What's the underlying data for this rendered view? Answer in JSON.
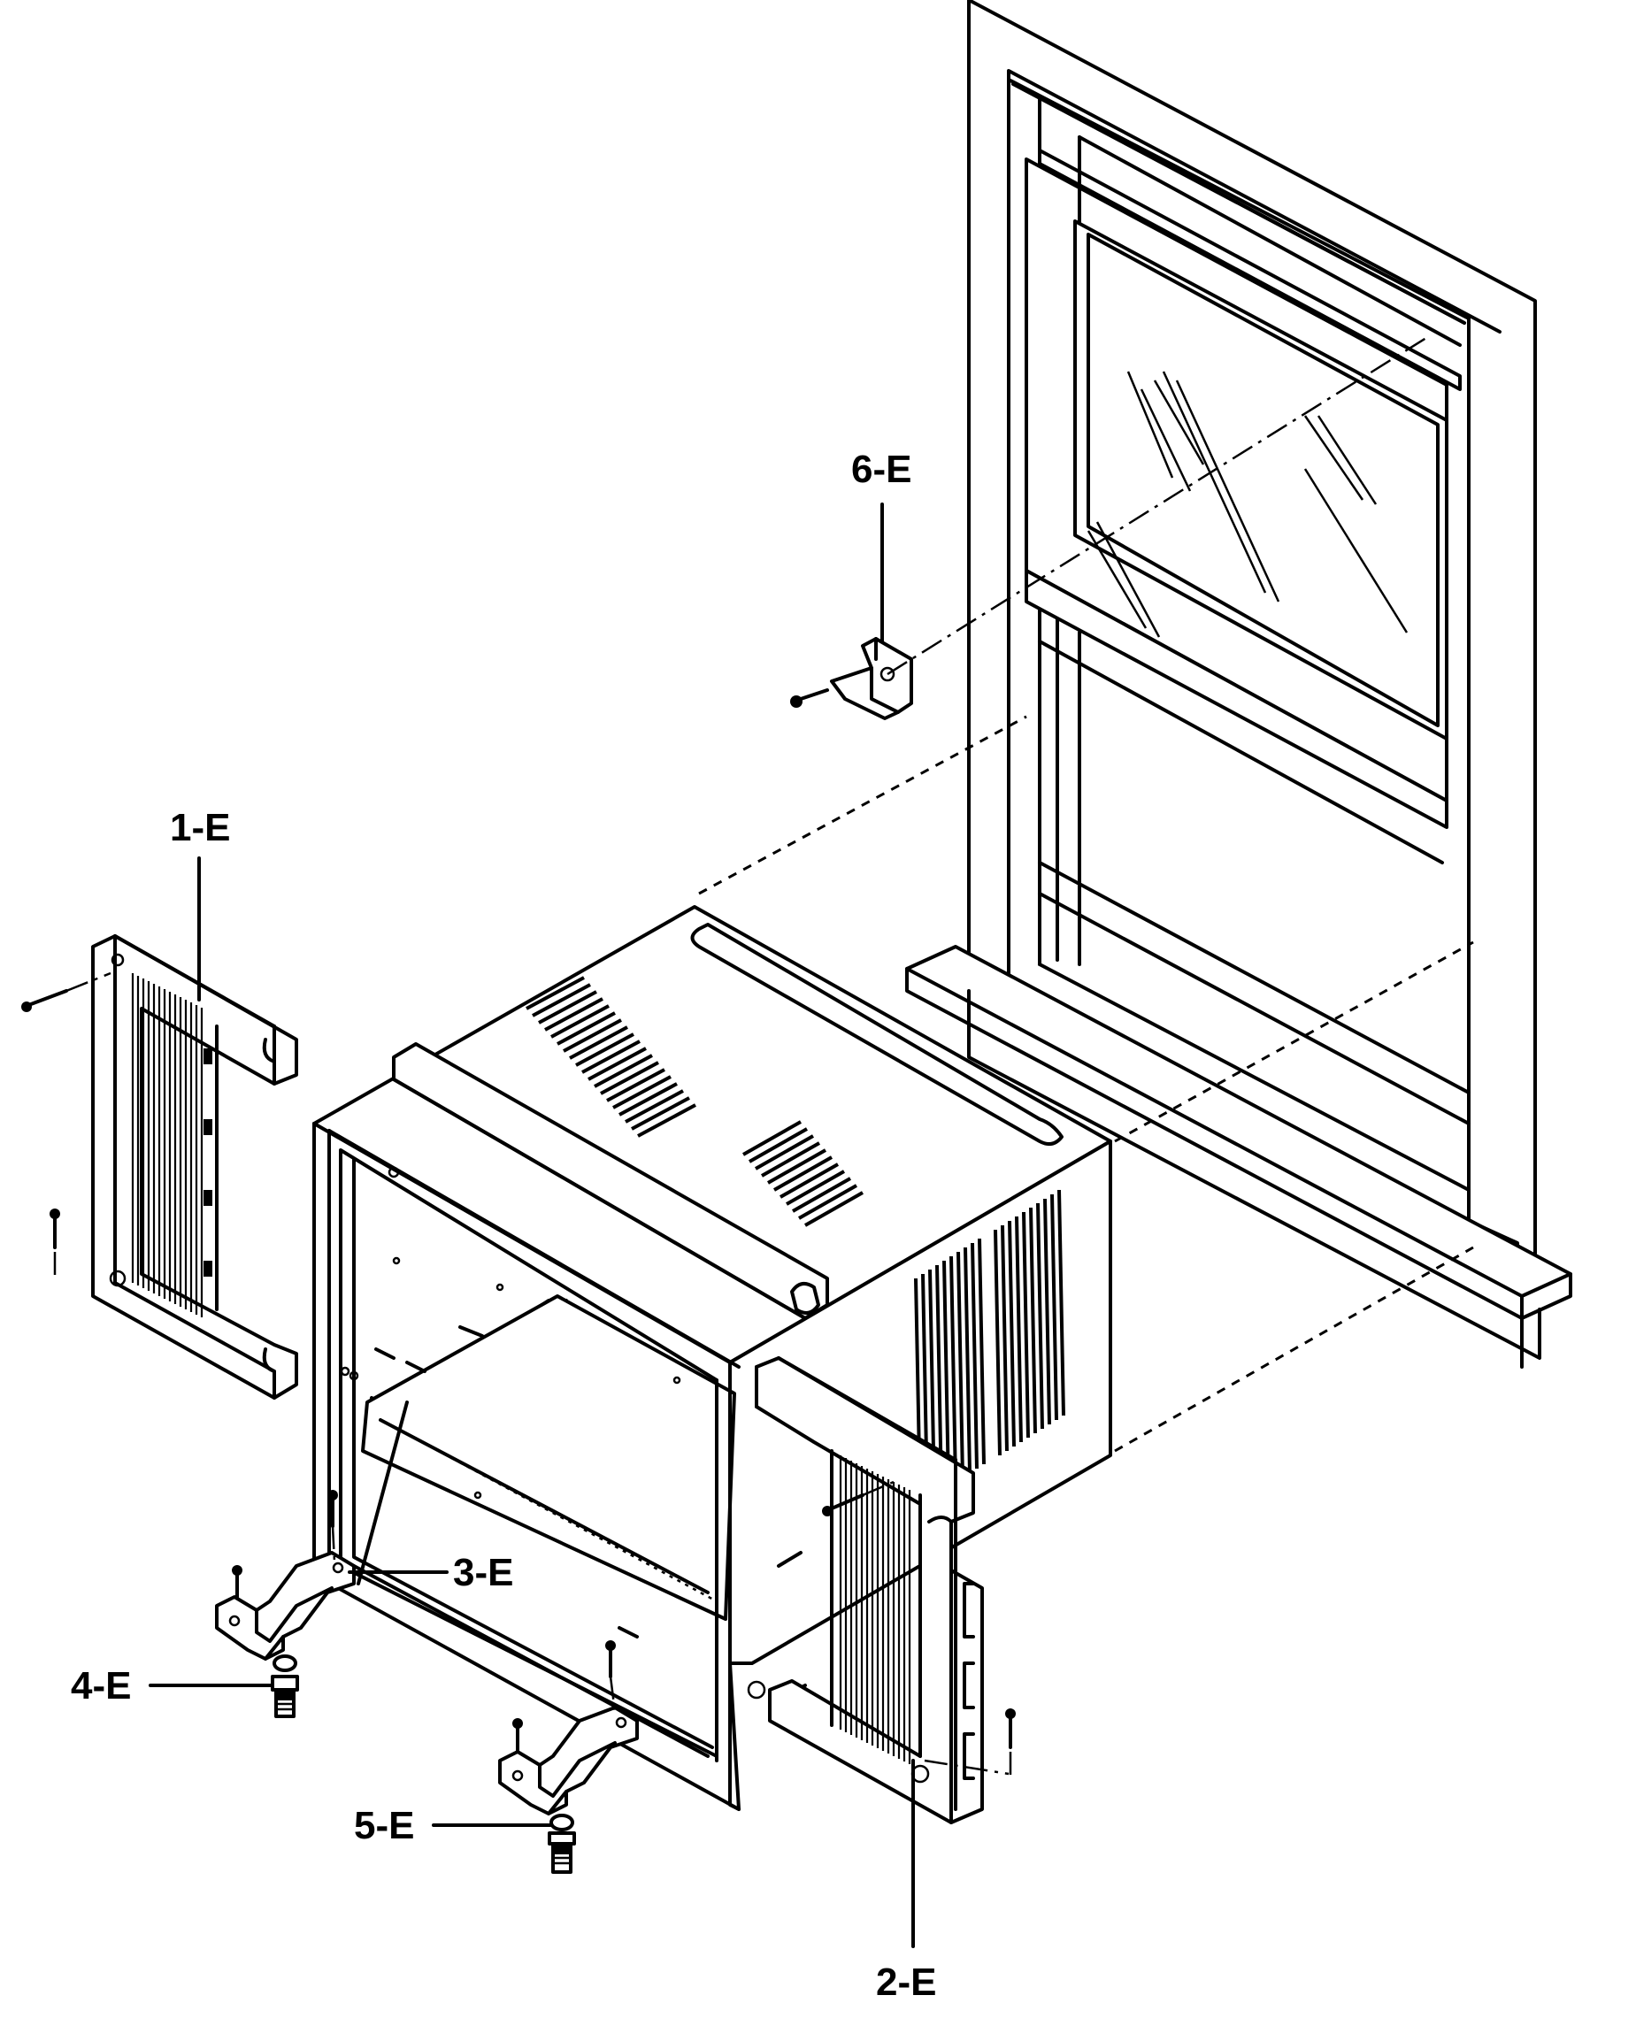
{
  "callouts": [
    {
      "id": "1-E"
    },
    {
      "id": "2-E"
    },
    {
      "id": "3-E"
    },
    {
      "id": "4-E"
    },
    {
      "id": "5-E"
    },
    {
      "id": "6-E"
    }
  ]
}
